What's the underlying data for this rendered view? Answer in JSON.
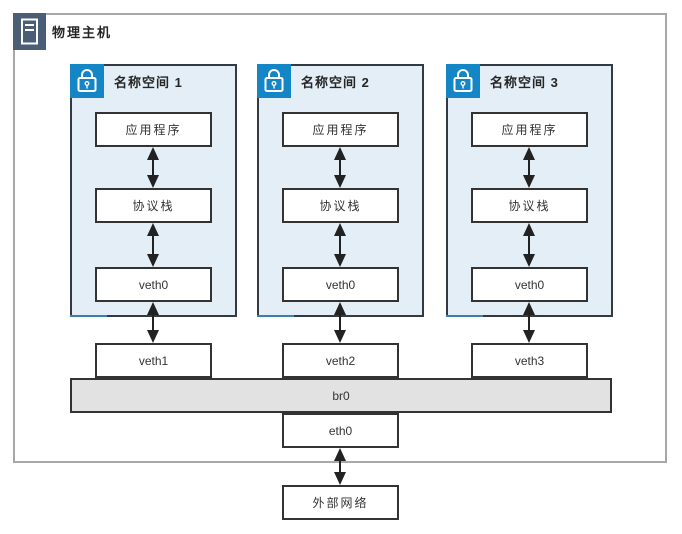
{
  "host": {
    "title": "物理主机",
    "icon": "server-icon"
  },
  "namespaces": [
    {
      "title": "名称空间 1",
      "icon": "lock-icon",
      "app": "应用程序",
      "stack": "协议栈",
      "veth": "veth0"
    },
    {
      "title": "名称空间 2",
      "icon": "lock-icon",
      "app": "应用程序",
      "stack": "协议栈",
      "veth": "veth0"
    },
    {
      "title": "名称空间 3",
      "icon": "lock-icon",
      "app": "应用程序",
      "stack": "协议栈",
      "veth": "veth0"
    }
  ],
  "host_interfaces": {
    "veths": [
      "veth1",
      "veth2",
      "veth3"
    ],
    "bridge": "br0",
    "nic": "eth0"
  },
  "external": {
    "label": "外部网络"
  },
  "connections": [
    "应用程序 <-> 协议栈",
    "协议栈 <-> veth0",
    "veth0 <-> veth1",
    "veth0 <-> veth2",
    "veth0 <-> veth3",
    "eth0 <-> 外部网络"
  ],
  "colors": {
    "accent_blue": "#1486c6",
    "host_icon_bg": "#4a5e78",
    "namespace_bg": "#e3eef7",
    "namespace_border": "#333a42",
    "node_border": "#333333",
    "bridge_bg": "#e2e2e2",
    "outer_border": "#a8a8a8",
    "arrow": "#222222",
    "blue_segment": "#3c7fae"
  }
}
